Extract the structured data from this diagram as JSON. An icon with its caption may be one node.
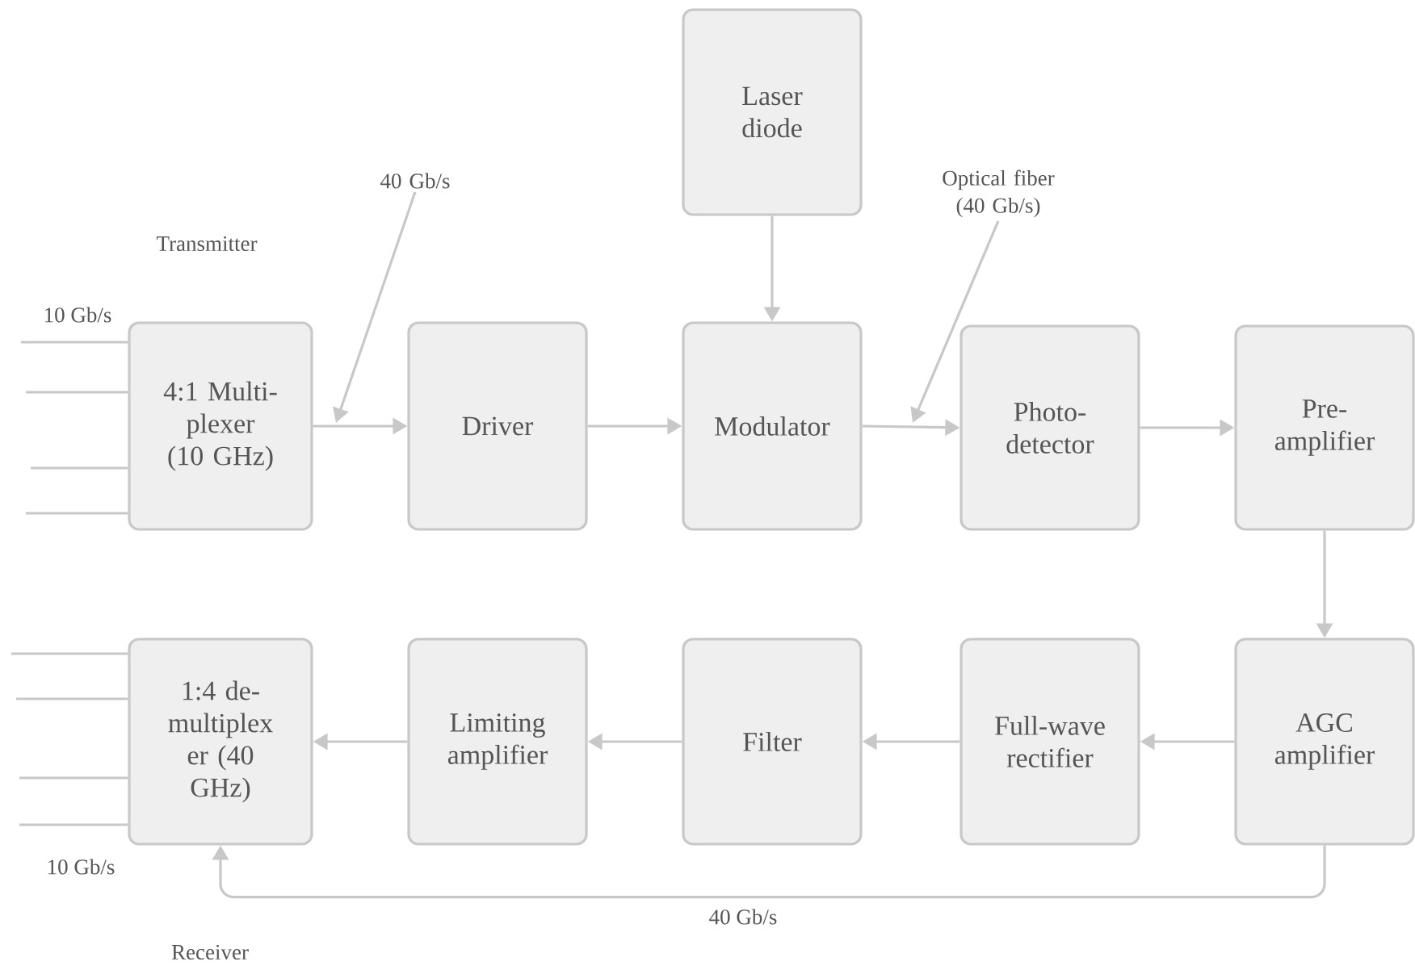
{
  "diagram": {
    "nodes": [
      {
        "text": [
          "4:1 Multi- plexer (10 GHz)"
        ]
      },
      {
        "text": [
          "Driver"
        ]
      },
      {
        "text": [
          "Laser diode"
        ]
      },
      {
        "text": [
          "Modulator"
        ]
      },
      {
        "text": [
          "Photo- detector"
        ]
      },
      {
        "text": [
          "Pre- amplifier"
        ]
      },
      {
        "text": [
          "AGC amplifier"
        ]
      },
      {
        "text": [
          "Full-wave rectifier"
        ]
      },
      {
        "text": [
          "Filter"
        ]
      },
      {
        "text": [
          "Limiting amplifier"
        ]
      },
      {
        "text": [
          "1:4 de- multiplex er (40 GHz)"
        ]
      },
      {
        "text": [
          "40 Gb/s"
        ]
      },
      {
        "text": [
          "Optical fiber (40 Gb/s)"
        ]
      }
    ],
    "edges": [
      {
        "from": 0,
        "to": 1,
        "arrow": "to"
      },
      {
        "from": 1,
        "to": 3,
        "arrow": "to"
      },
      {
        "from": 2,
        "to": 3,
        "arrow": "to"
      },
      {
        "from": 3,
        "to": 4,
        "arrow": "to"
      },
      {
        "from": 4,
        "to": 5,
        "arrow": "to"
      },
      {
        "from": 5,
        "to": 6,
        "arrow": "to"
      },
      {
        "from": 6,
        "to": 7,
        "arrow": "to"
      },
      {
        "from": 7,
        "to": 8,
        "arrow": "to"
      },
      {
        "from": 8,
        "to": 9,
        "arrow": "to"
      },
      {
        "from": 9,
        "to": 10,
        "arrow": "to"
      },
      {
        "from": 6,
        "to": 10,
        "arrow": "to",
        "label": "40 Gb/s"
      },
      {
        "from": 11,
        "to": null,
        "arrow": "to"
      },
      {
        "from": 12,
        "to": null,
        "arrow": "to"
      },
      {
        "from": null,
        "to": 0,
        "arrow": "none"
      },
      {
        "from": null,
        "to": 0,
        "arrow": "none"
      },
      {
        "from": null,
        "to": 0,
        "arrow": "none"
      },
      {
        "from": null,
        "to": 0,
        "arrow": "none"
      },
      {
        "from": 10,
        "to": null,
        "arrow": "none"
      },
      {
        "from": 10,
        "to": null,
        "arrow": "none"
      },
      {
        "from": 10,
        "to": null,
        "arrow": "none"
      },
      {
        "from": 10,
        "to": null,
        "arrow": "none"
      }
    ],
    "labels": [
      "Transmitter",
      "10 Gb/s",
      "10 Gb/s",
      "Receiver"
    ]
  }
}
